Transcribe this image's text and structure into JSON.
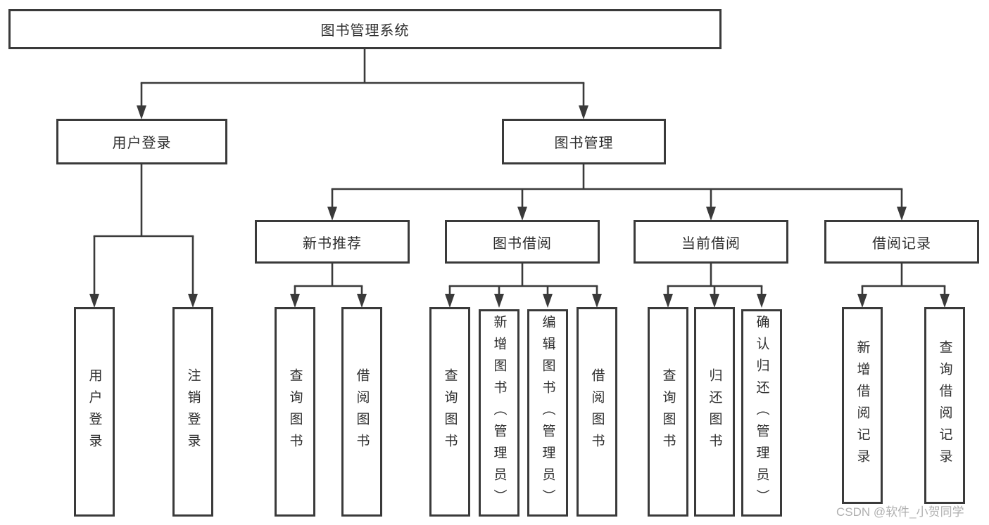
{
  "nodes": {
    "root": "图书管理系统",
    "userLogin": "用户登录",
    "bookMgmt": "图书管理",
    "newBooks": "新书推荐",
    "bookBorrow": "图书借阅",
    "currentBorrow": "当前借阅",
    "borrowRecord": "借阅记录",
    "leafUserLogin": "用户登录",
    "leafLogout": "注销登录",
    "leafQueryBooksNew": "查询图书",
    "leafBorrowBooksNew": "借阅图书",
    "leafQueryBooksBorrow": "查询图书",
    "leafAddBooksAdmin": "新增图书（管理员）",
    "leafEditBooksAdmin": "编辑图书（管理员）",
    "leafBorrowBooksBorrow": "借阅图书",
    "leafQueryBooksCurrent": "查询图书",
    "leafReturnBooks": "归还图书",
    "leafConfirmReturnAdmin": "确认归还（管理员）",
    "leafAddBorrowRecord": "新增借阅记录",
    "leafQueryBorrowRecord": "查询借阅记录"
  },
  "watermark": "CSDN @软件_小贺同学",
  "colors": {
    "line": "#3a3a3a",
    "text": "#2f2f2f",
    "watermark": "#b0b0b0",
    "background": "#ffffff"
  }
}
